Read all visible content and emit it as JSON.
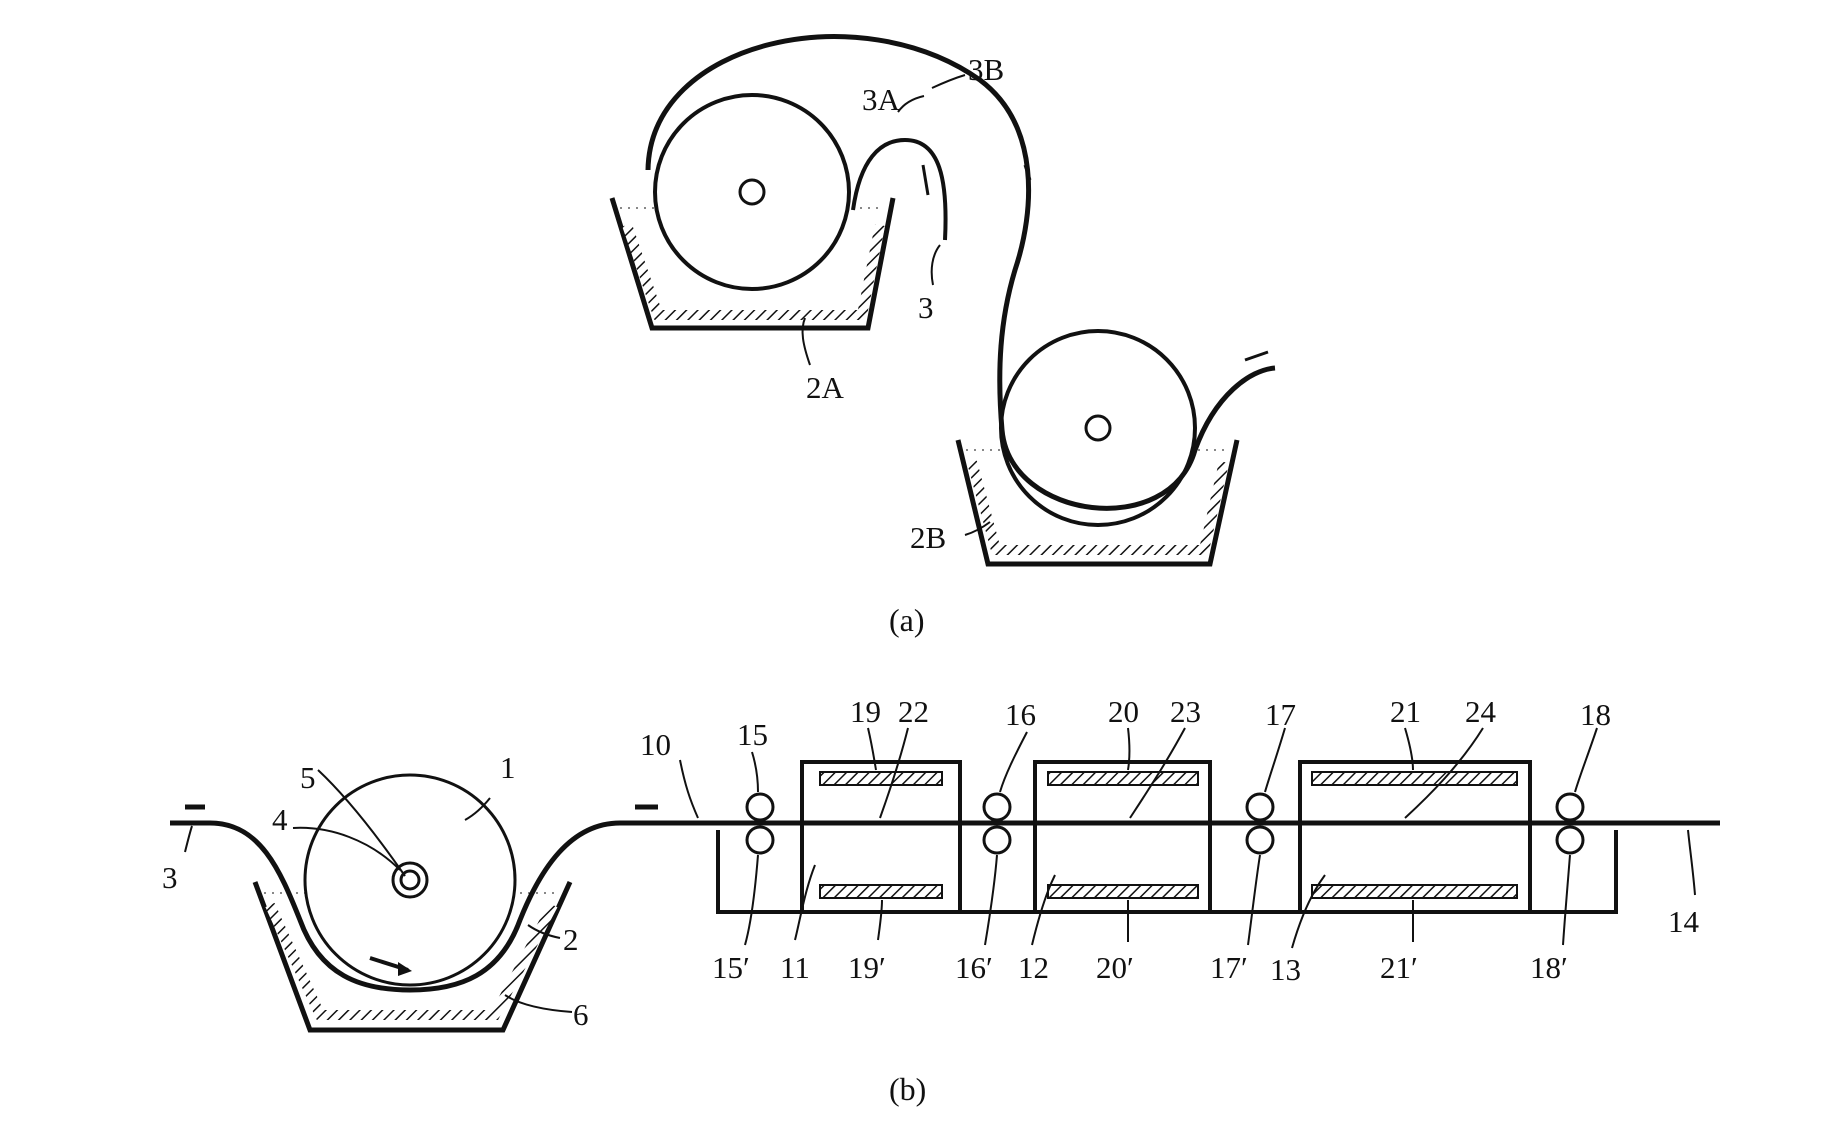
{
  "figure_a": {
    "caption": "(a)",
    "labels": {
      "tank_upper": "2A",
      "tank_lower": "2B",
      "fiber_inner": "3A",
      "fiber_outer": "3B",
      "fiber": "3"
    }
  },
  "figure_b": {
    "caption": "(b)",
    "labels": {
      "fiber_in": "3",
      "guide_roll_hub": "4",
      "guide_roll_center": "5",
      "guide_roll": "1",
      "bath": "2",
      "bath_wall": "6",
      "fiber_line": "10",
      "fiber_out": "14",
      "chamber_1": "11",
      "chamber_2": "12",
      "chamber_3": "13",
      "nip_1_top": "15",
      "nip_1_bottom": "15′",
      "nip_2_top": "16",
      "nip_2_bottom": "16′",
      "nip_3_top": "17",
      "nip_3_bottom": "17′",
      "nip_4_top": "18",
      "nip_4_bottom": "18′",
      "heater_1_top": "19",
      "heater_1_bottom": "19′",
      "heater_2_top": "20",
      "heater_2_bottom": "20′",
      "heater_3_top": "21",
      "heater_3_bottom": "21′",
      "path_1": "22",
      "path_2": "23",
      "path_3": "24"
    }
  },
  "colors": {
    "ink": "#111111",
    "paper": "#ffffff"
  }
}
